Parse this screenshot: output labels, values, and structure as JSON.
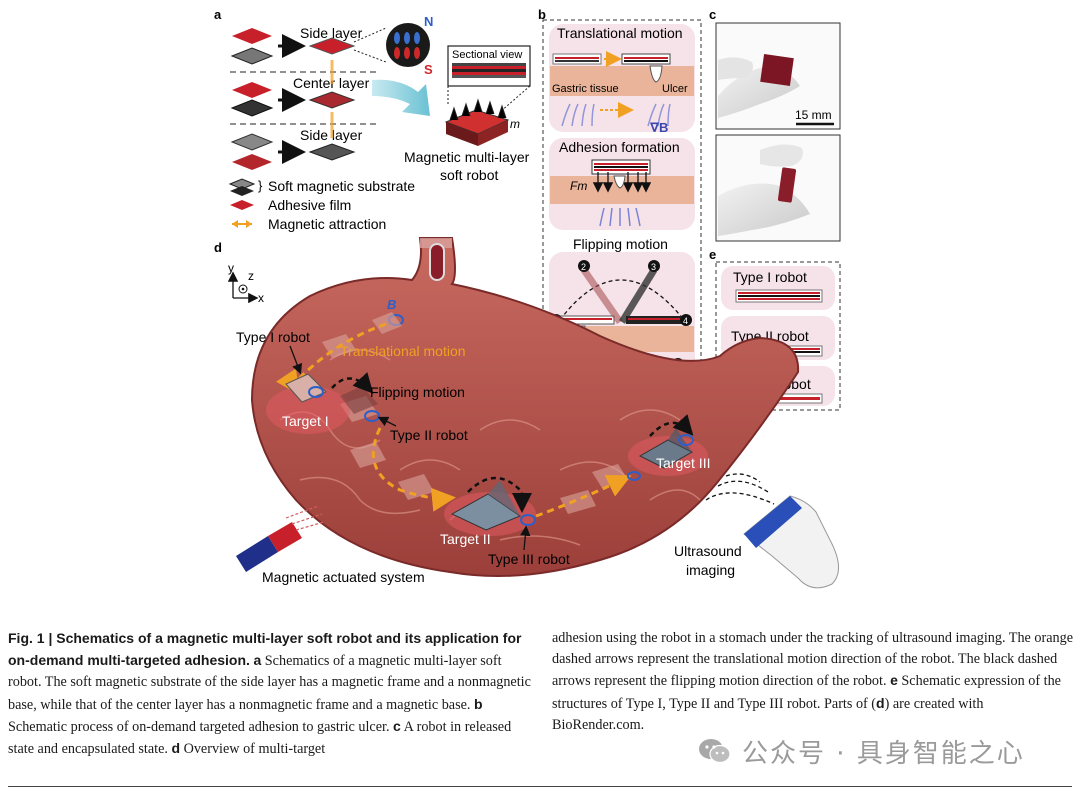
{
  "panels": {
    "a": {
      "label": "a",
      "side_layer_top": "Side layer",
      "center_layer": "Center layer",
      "side_layer_bottom": "Side layer",
      "pole_n": "N",
      "pole_s": "S",
      "sectional_view": "Sectional view",
      "m_label": "m",
      "robot_label_line1": "Magnetic multi-layer",
      "robot_label_line2": "soft robot",
      "legend": [
        "Soft magnetic substrate",
        "Adhesive film",
        "Magnetic attraction"
      ]
    },
    "b": {
      "label": "b",
      "translational_title": "Translational motion",
      "gastric_tissue": "Gastric tissue",
      "ulcer": "Ulcer",
      "grad_b": "∇B",
      "adhesion_title": "Adhesion formation",
      "fm": "Fm",
      "flipping_title": "Flipping motion",
      "steps": [
        "1",
        "2",
        "3",
        "4"
      ]
    },
    "c": {
      "label": "c",
      "scale": "15 mm"
    },
    "d": {
      "label": "d",
      "axis_y": "y",
      "axis_z": "z",
      "axis_x": "x",
      "b_label": "B",
      "type1": "Type I robot",
      "translational": "Translational motion",
      "flipping": "Flipping motion",
      "target1": "Target I",
      "type2": "Type II robot",
      "target2": "Target II",
      "type3": "Type III robot",
      "target3": "Target III",
      "magnet_system": "Magnetic actuated system",
      "ultrasound_line1": "Ultrasound",
      "ultrasound_line2": "imaging"
    },
    "e": {
      "label": "e",
      "types": [
        "Type I robot",
        "Type II robot",
        "Type III robot"
      ]
    }
  },
  "colors": {
    "red": "#c8202a",
    "tissue": "#e9b49a",
    "pink_bg": "#f6e3ea",
    "orange_arrow": "#f0a022",
    "blue_field": "#7a84d6",
    "stomach": "#b4574f"
  },
  "caption": {
    "fig_lead": "Fig. 1 | Schematics of a magnetic multi-layer soft robot and its application for on-demand multi-targeted adhesion.",
    "tag_a": "a",
    "text_a": "Schematics of a magnetic multi-layer soft robot. The soft magnetic substrate of the side layer has a magnetic frame and a nonmagnetic base, while that of the center layer has a nonmagnetic frame and a magnetic base.",
    "tag_b": "b",
    "text_b": "Schematic process of on-demand targeted adhesion to gastric ulcer.",
    "tag_c": "c",
    "text_c": "A robot in released state and encapsulated state.",
    "tag_d": "d",
    "text_d": "Overview of multi-target",
    "text_d_cont": "adhesion using the robot in a stomach under the tracking of ultrasound imaging. The orange dashed arrows represent the translational motion direction of the robot. The black dashed arrows represent the flipping motion direction of the robot.",
    "tag_e": "e",
    "text_e": "Schematic expression of the structures of Type I, Type II and Type III robot. Parts of (",
    "tag_d2": "d",
    "text_end": ") are created with BioRender.com."
  },
  "watermark": {
    "text": "公众号 · 具身智能之心"
  }
}
